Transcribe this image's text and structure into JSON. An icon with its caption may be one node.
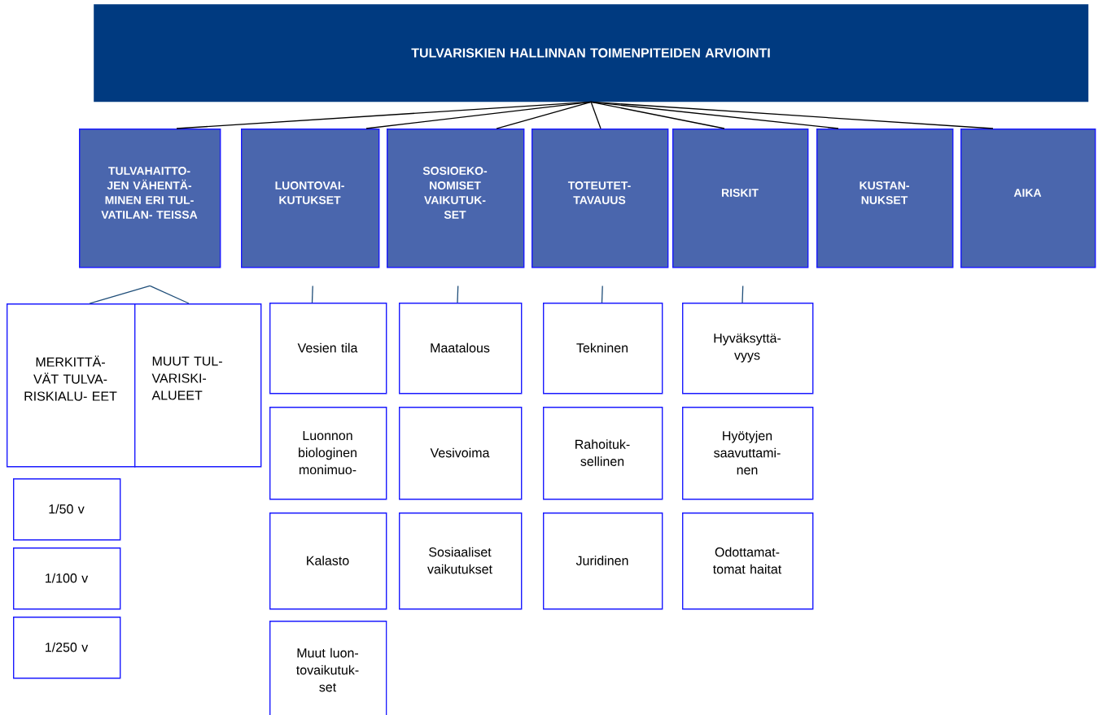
{
  "diagram": {
    "nodes": [
      {
        "text": [
          "TULVARISKIEN HALLINNAN TOIMENPITEIDEN ARVIOINTI"
        ]
      },
      {
        "text": [
          "TULVAHAITTO- JEN VÄHENTÄ- MINEN ERI TUL- VATILAN- TEISSA"
        ]
      },
      {
        "text": [
          "LUONTOVAI- KUTUKSET"
        ]
      },
      {
        "text": [
          "SOSIOEKO- NOMISET VAIKUTUK- SET"
        ]
      },
      {
        "text": [
          "TOTEUTET- TAVAUUS"
        ]
      },
      {
        "text": [
          "RISKIT"
        ]
      },
      {
        "text": [
          "KUSTAN- NUKSET"
        ]
      },
      {
        "text": [
          "AIKA"
        ]
      },
      {
        "text": [
          "MERKITTÄ- VÄT TULVA- RISKIALU- EET"
        ]
      },
      {
        "text": [
          "MUUT TUL- VARISKI- ALUEET"
        ]
      },
      {
        "text": [
          "1/50 v"
        ]
      },
      {
        "text": [
          "1/100 v"
        ]
      },
      {
        "text": [
          "1/250 v"
        ]
      },
      {
        "text": [
          "Vesien tila"
        ]
      },
      {
        "text": [
          "Luonnon biologinen monimuo-"
        ]
      },
      {
        "text": [
          "Kalasto"
        ]
      },
      {
        "text": [
          "Muut luon- tovaikutuk- set"
        ]
      },
      {
        "text": [
          "Maatalous"
        ]
      },
      {
        "text": [
          "Vesivoima"
        ]
      },
      {
        "text": [
          "Sosiaaliset vaikutukset"
        ]
      },
      {
        "text": [
          "Tekninen"
        ]
      },
      {
        "text": [
          "Rahoituk- sellinen"
        ]
      },
      {
        "text": [
          "Juridinen"
        ]
      },
      {
        "text": [
          "Hyväksyttä- vyys"
        ]
      },
      {
        "text": [
          "Hyötyjen saavuttami- nen"
        ]
      },
      {
        "text": [
          "Odottamat- tomat haitat"
        ]
      }
    ],
    "edges": [
      {
        "from": 0,
        "to": 1,
        "arrow": "none"
      },
      {
        "from": 0,
        "to": 2,
        "arrow": "none"
      },
      {
        "from": 0,
        "to": 3,
        "arrow": "none"
      },
      {
        "from": 0,
        "to": 4,
        "arrow": "none"
      },
      {
        "from": 0,
        "to": 5,
        "arrow": "none"
      },
      {
        "from": 0,
        "to": 6,
        "arrow": "none"
      },
      {
        "from": 0,
        "to": 7,
        "arrow": "none"
      },
      {
        "from": 1,
        "to": 8,
        "arrow": "none",
        "color": "#1f4e79"
      },
      {
        "from": 1,
        "to": 9,
        "arrow": "none",
        "color": "#1f4e79"
      },
      {
        "from": 2,
        "to": 13,
        "arrow": "none",
        "color": "#1f4e79"
      },
      {
        "from": 3,
        "to": 17,
        "arrow": "none",
        "color": "#1f4e79"
      },
      {
        "from": 4,
        "to": 20,
        "arrow": "none",
        "color": "#1f4e79"
      },
      {
        "from": 5,
        "to": 23,
        "arrow": "none",
        "color": "#1f4e79"
      }
    ]
  }
}
